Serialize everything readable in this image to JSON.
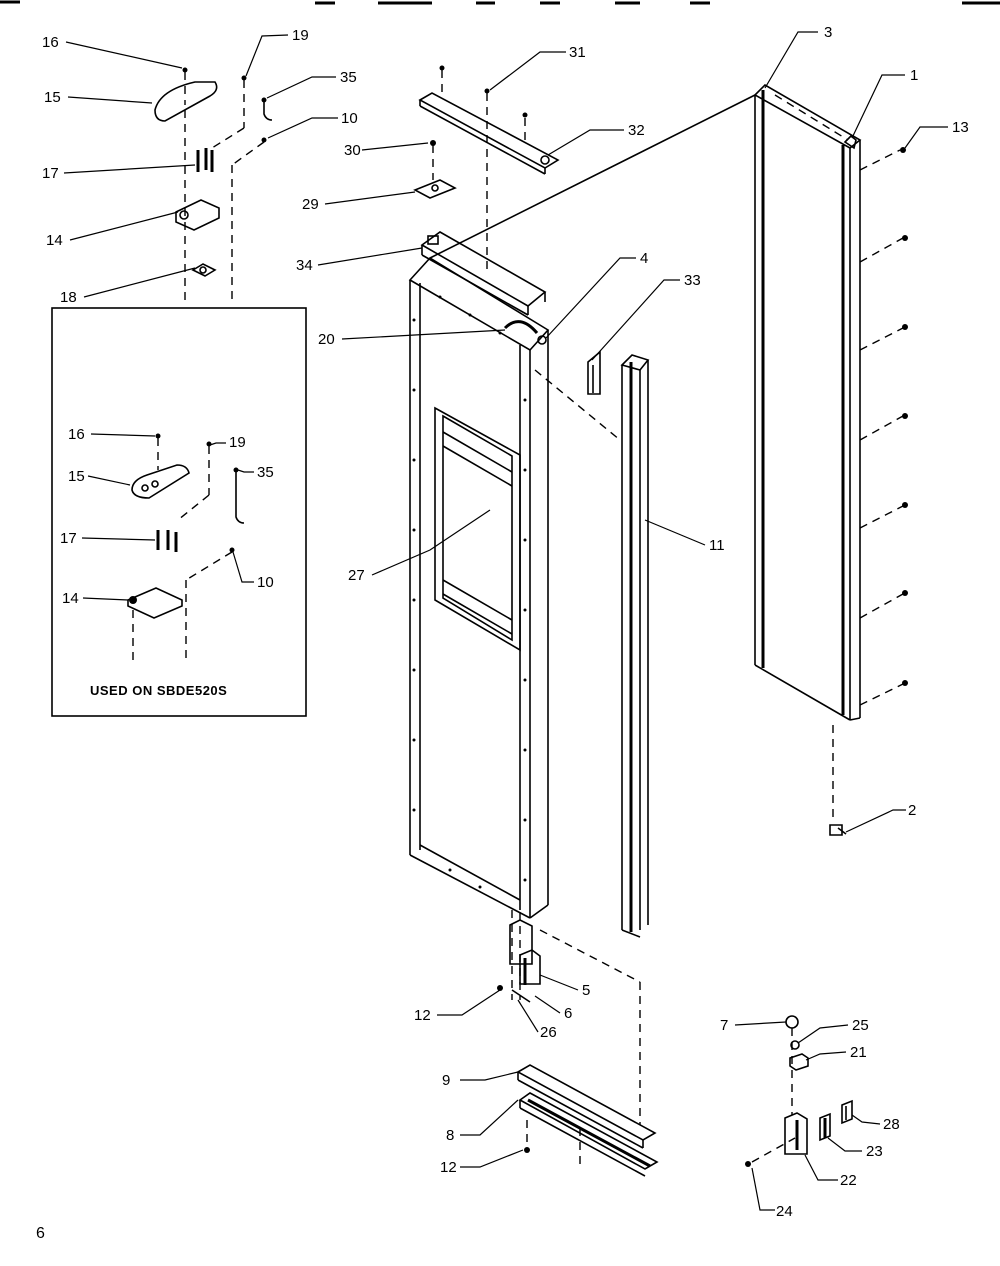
{
  "diagram": {
    "page_number": "6",
    "inset_caption": "USED ON SBDE520S",
    "callouts": {
      "c1": "1",
      "c2": "2",
      "c3": "3",
      "c4": "4",
      "c5": "5",
      "c6": "6",
      "c7": "7",
      "c8": "8",
      "c9": "9",
      "c10": "10",
      "c11": "11",
      "c12a": "12",
      "c12b": "12",
      "c13": "13",
      "c14": "14",
      "c15": "15",
      "c16": "16",
      "c17": "17",
      "c18": "18",
      "c19": "19",
      "c20": "20",
      "c21": "21",
      "c22": "22",
      "c23": "23",
      "c24": "24",
      "c25": "25",
      "c26": "26",
      "c27": "27",
      "c28": "28",
      "c29": "29",
      "c30": "30",
      "c31": "31",
      "c32": "32",
      "c33": "33",
      "c34": "34",
      "c35": "35"
    },
    "inset_callouts": {
      "i14": "14",
      "i15": "15",
      "i16": "16",
      "i17": "17",
      "i19": "19",
      "i35": "35",
      "i10": "10"
    }
  }
}
